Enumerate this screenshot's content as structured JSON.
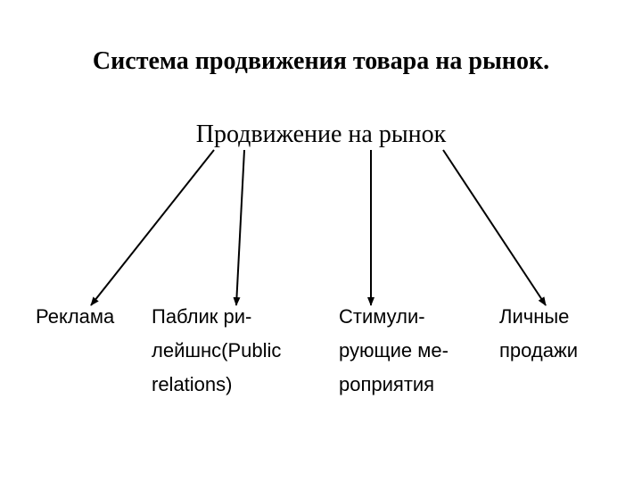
{
  "title": "Система продвижения товара на рынок.",
  "root": "Продвижение на рынок",
  "children": [
    {
      "lines": [
        "Реклама"
      ]
    },
    {
      "lines": [
        "Паблик ри-",
        "лейшнс(Public",
        "relations)"
      ]
    },
    {
      "lines": [
        "Стимули-",
        "рующие ме-",
        "роприятия"
      ]
    },
    {
      "lines": [
        "Личные",
        "продажи"
      ]
    }
  ],
  "colors": {
    "text": "#000000",
    "arrow": "#000000",
    "background": "#ffffff"
  }
}
